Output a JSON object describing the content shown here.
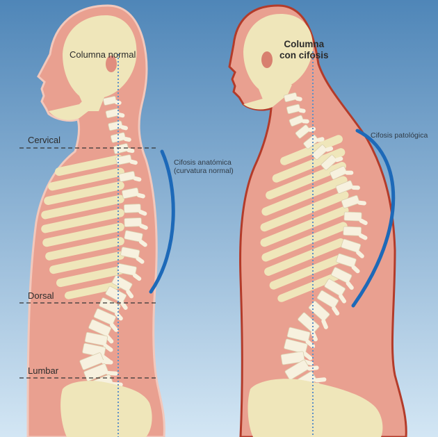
{
  "colors": {
    "background_top": "#4f86b8",
    "background_bottom": "#d3e6f4",
    "body_fill": "#e9a090",
    "body_outline_normal": "#f2c8bc",
    "body_outline_kyphosis": "#b33b2a",
    "bone": "#efe6ba",
    "vertebra": "#f7f1df",
    "curve_marker": "#1d69b8",
    "vertical_guide": "#5b8fc6",
    "region_line": "#333333"
  },
  "figures": {
    "normal": {
      "title": "Columna normal",
      "curve_label_line1": "Cifosis anatómica",
      "curve_label_line2": "(curvatura normal)"
    },
    "kyphosis": {
      "title_line1": "Columna",
      "title_line2": "con cifosis",
      "curve_label": "Cifosis patológica"
    }
  },
  "regions": {
    "cervical": "Cervical",
    "dorsal": "Dorsal",
    "lumbar": "Lumbar"
  }
}
